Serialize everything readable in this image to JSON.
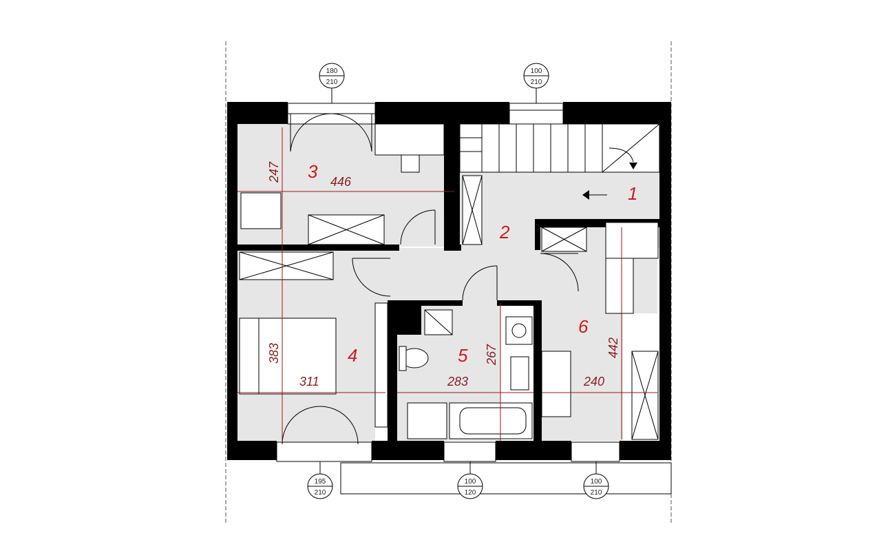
{
  "rooms": [
    {
      "id": "1",
      "label": "1"
    },
    {
      "id": "2",
      "label": "2"
    },
    {
      "id": "3",
      "label": "3"
    },
    {
      "id": "4",
      "label": "4"
    },
    {
      "id": "5",
      "label": "5"
    },
    {
      "id": "6",
      "label": "6"
    }
  ],
  "dimensions": {
    "room3_depth": "247",
    "room3_width": "446",
    "room4_depth": "383",
    "room4_width": "311",
    "room5_width": "283",
    "room5_depth": "267",
    "room6_width": "240",
    "room6_depth": "442"
  },
  "openings": {
    "top_left": {
      "width": "180",
      "height": "210"
    },
    "top_right": {
      "width": "100",
      "height": "210"
    },
    "bottom_left": {
      "width": "195",
      "height": "210"
    },
    "bottom_middle": {
      "width": "100",
      "height": "120"
    },
    "bottom_right": {
      "width": "100",
      "height": "210"
    }
  },
  "colors": {
    "wall": "#000000",
    "floor": "#e6e6e6",
    "room_number": "#d11a1a",
    "dimension": "#8a1e1e"
  }
}
